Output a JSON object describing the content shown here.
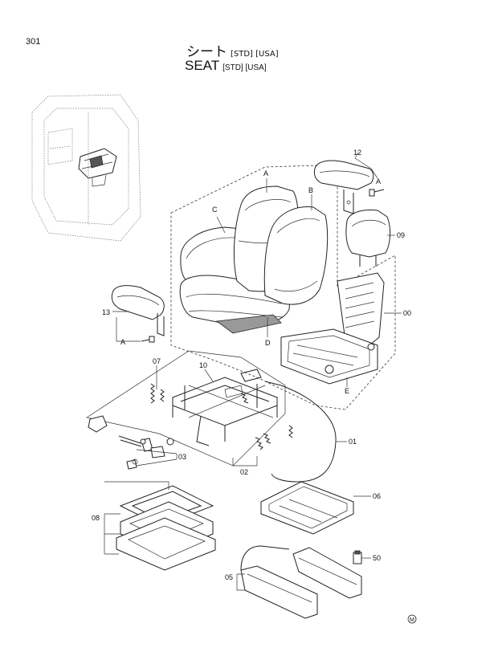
{
  "page_number": "301",
  "title_jp": "シート",
  "title_en": "SEAT",
  "title_suffix": "[STD] [USA]",
  "part_labels": {
    "p12": "12",
    "pA1": "A",
    "pA2": "A",
    "pA3": "A",
    "pB": "B",
    "pC": "C",
    "pD": "D",
    "pE": "E",
    "p09": "09",
    "p00": "00",
    "p13": "13",
    "p07": "07",
    "p10": "10",
    "p01": "01",
    "p03": "03",
    "p02": "02",
    "p06": "06",
    "p08": "08",
    "p50": "50",
    "p05": "05"
  },
  "corner_mark": "M"
}
